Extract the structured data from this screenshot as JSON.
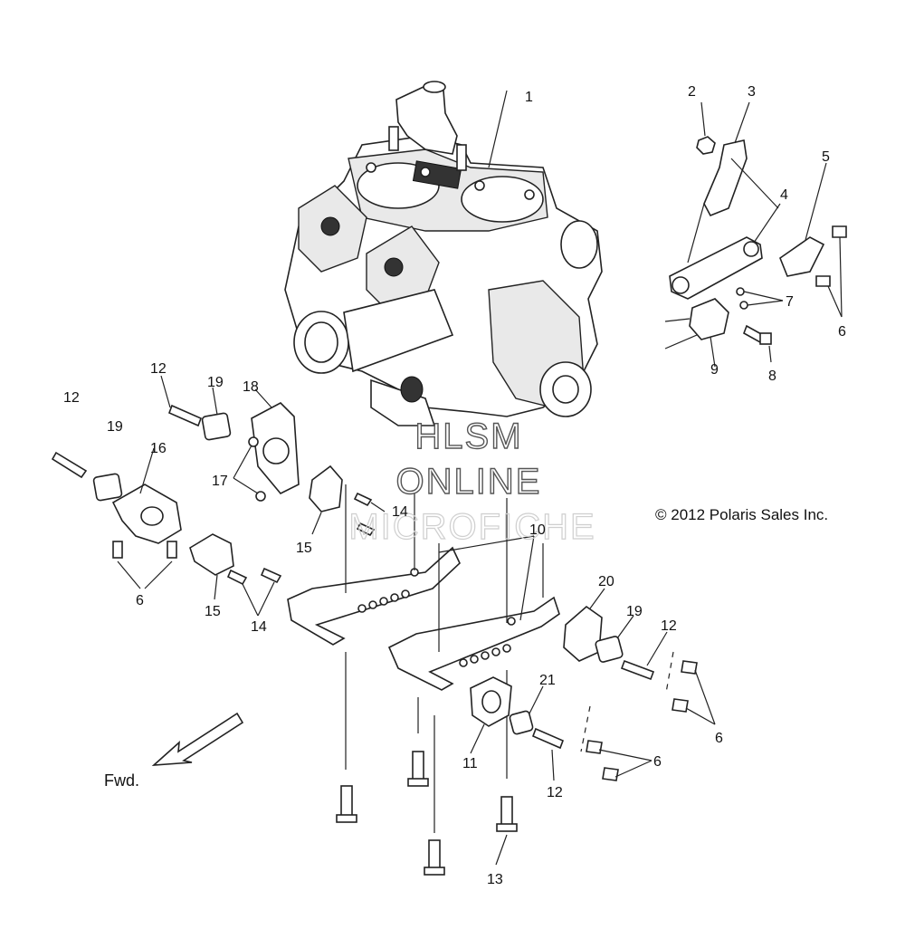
{
  "copyright": "© 2012 Polaris Sales Inc.",
  "direction_label": "Fwd.",
  "watermark": [
    "HLSM",
    "ONLINE",
    "MICROFICHE"
  ],
  "callouts": {
    "c1": "1",
    "c2": "2",
    "c3": "3",
    "c4": "4",
    "c5": "5",
    "c6a": "6",
    "c6b": "6",
    "c6c": "6",
    "c6d": "6",
    "c7": "7",
    "c8": "8",
    "c9": "9",
    "c10": "10",
    "c11": "11",
    "c12a": "12",
    "c12b": "12",
    "c12c": "12",
    "c12d": "12",
    "c13": "13",
    "c14a": "14",
    "c14b": "14",
    "c15a": "15",
    "c15b": "15",
    "c16": "16",
    "c17": "17",
    "c18": "18",
    "c19a": "19",
    "c19b": "19",
    "c19c": "19",
    "c20": "20",
    "c21": "21"
  }
}
